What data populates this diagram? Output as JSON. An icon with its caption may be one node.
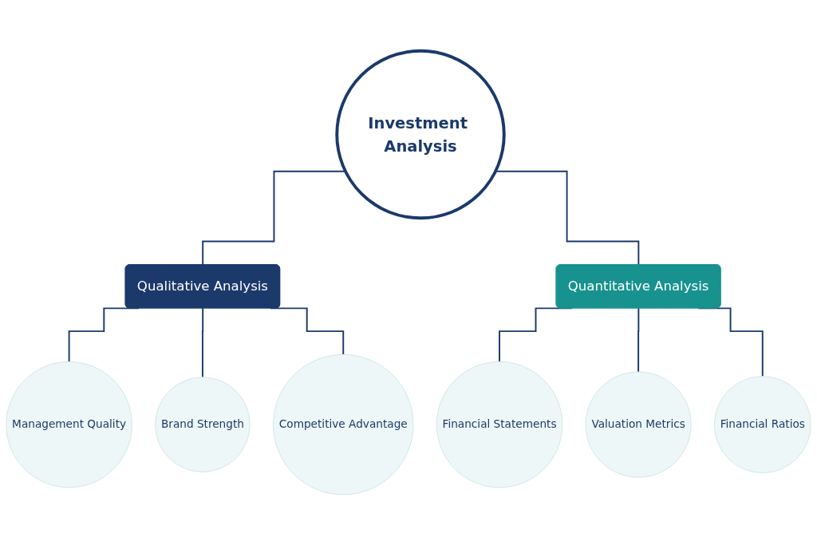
{
  "diagram": {
    "nodes": [
      {
        "text": [
          "Investment Analysis"
        ]
      },
      {
        "text": [
          "Qualitative Analysis"
        ]
      },
      {
        "text": [
          "Quantitative Analysis"
        ]
      },
      {
        "text": [
          "Management Quality"
        ]
      },
      {
        "text": [
          "Brand Strength"
        ]
      },
      {
        "text": [
          "Competitive Advantage"
        ]
      },
      {
        "text": [
          "Financial Statements"
        ]
      },
      {
        "text": [
          "Valuation Metrics"
        ]
      },
      {
        "text": [
          "Financial Ratios"
        ]
      }
    ],
    "edges": [
      {
        "from": 0,
        "to": 1,
        "arrow": "none"
      },
      {
        "from": 0,
        "to": 2,
        "arrow": "none"
      },
      {
        "from": 1,
        "to": 3,
        "arrow": "none"
      },
      {
        "from": 1,
        "to": 4,
        "arrow": "none"
      },
      {
        "from": 1,
        "to": 5,
        "arrow": "none"
      },
      {
        "from": 2,
        "to": 6,
        "arrow": "none"
      },
      {
        "from": 2,
        "to": 7,
        "arrow": "none"
      },
      {
        "from": 2,
        "to": 8,
        "arrow": "none"
      }
    ]
  }
}
